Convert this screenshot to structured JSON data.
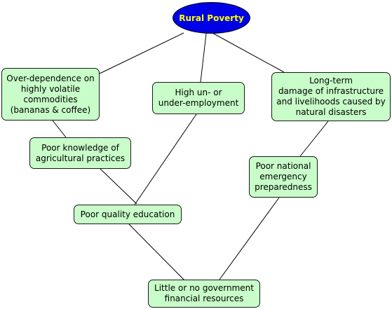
{
  "colors": {
    "root_fill": "#0000e6",
    "root_text": "#ffff00",
    "node_fill": "#c8fcc8",
    "node_border": "#1a1a1a",
    "edge": "#000000"
  },
  "nodes": {
    "root": "Rural Poverty",
    "overdependence": "Over-dependence on\nhighly volatile\ncommodities\n(bananas & coffee)",
    "unemployment": "High un- or\nunder-employment",
    "infrastructure": "Long-term\ndamage of infrastructure\nand livelihoods caused by\nnatural disasters",
    "agri_knowledge": "Poor knowledge of\nagricultural practices",
    "emergency": "Poor national\nemergency\npreparedness",
    "education": "Poor quality education",
    "financial": "Little or no government\nfinancial resources"
  }
}
